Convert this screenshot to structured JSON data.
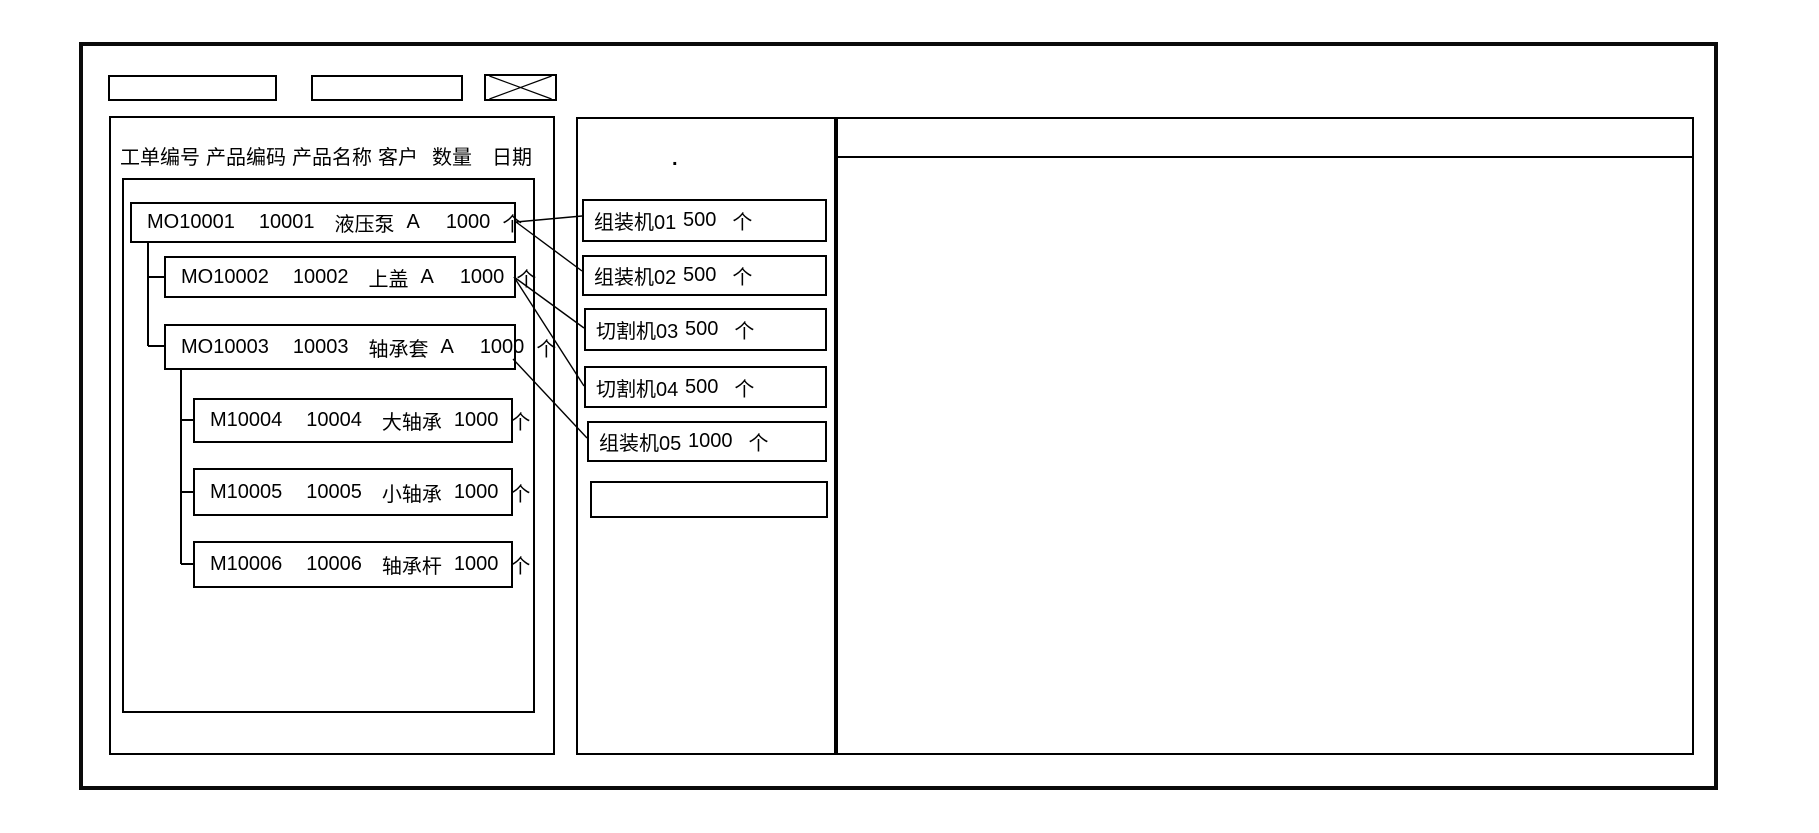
{
  "ui": {
    "toolbar": {
      "field1_value": "",
      "field2_value": ""
    },
    "work_order_panel": {
      "headers": [
        "工单编号",
        "产品编码",
        "产品名称",
        "客户",
        "数量",
        "日期"
      ],
      "orders": [
        {
          "order_no": "MO10001",
          "product_code": "10001",
          "product_name": "液压泵",
          "customer": "A",
          "qty": "1000",
          "unit": "个",
          "level": 0
        },
        {
          "order_no": "MO10002",
          "product_code": "10002",
          "product_name": "上盖",
          "customer": "A",
          "qty": "1000",
          "unit": "个",
          "level": 1
        },
        {
          "order_no": "MO10003",
          "product_code": "10003",
          "product_name": "轴承套",
          "customer": "A",
          "qty": "1000",
          "unit": "个",
          "level": 1
        },
        {
          "order_no": "M10004",
          "product_code": "10004",
          "product_name": "大轴承",
          "customer": "",
          "qty": "1000",
          "unit": "个",
          "level": 2
        },
        {
          "order_no": "M10005",
          "product_code": "10005",
          "product_name": "小轴承",
          "customer": "",
          "qty": "1000",
          "unit": "个",
          "level": 2
        },
        {
          "order_no": "M10006",
          "product_code": "10006",
          "product_name": "轴承杆",
          "customer": "",
          "qty": "1000",
          "unit": "个",
          "level": 2
        }
      ]
    },
    "machine_panel": {
      "stray_mark": ".",
      "machines": [
        {
          "name": "组装机01",
          "qty": "500",
          "unit": "个"
        },
        {
          "name": "组装机02",
          "qty": "500",
          "unit": "个"
        },
        {
          "name": "切割机03",
          "qty": "500",
          "unit": "个"
        },
        {
          "name": "切割机04",
          "qty": "500",
          "unit": "个"
        },
        {
          "name": "组装机05",
          "qty": "1000",
          "unit": "个"
        },
        {
          "name": "",
          "qty": "",
          "unit": ""
        }
      ]
    },
    "connections": [
      {
        "from": "MO10001",
        "to": "组装机01"
      },
      {
        "from": "MO10001",
        "to": "组装机02"
      },
      {
        "from": "MO10002",
        "to": "切割机03"
      },
      {
        "from": "MO10002",
        "to": "切割机04"
      },
      {
        "from": "MO10003",
        "to": "组装机05"
      }
    ],
    "colors": {
      "line": "#000000",
      "background": "#ffffff"
    }
  }
}
